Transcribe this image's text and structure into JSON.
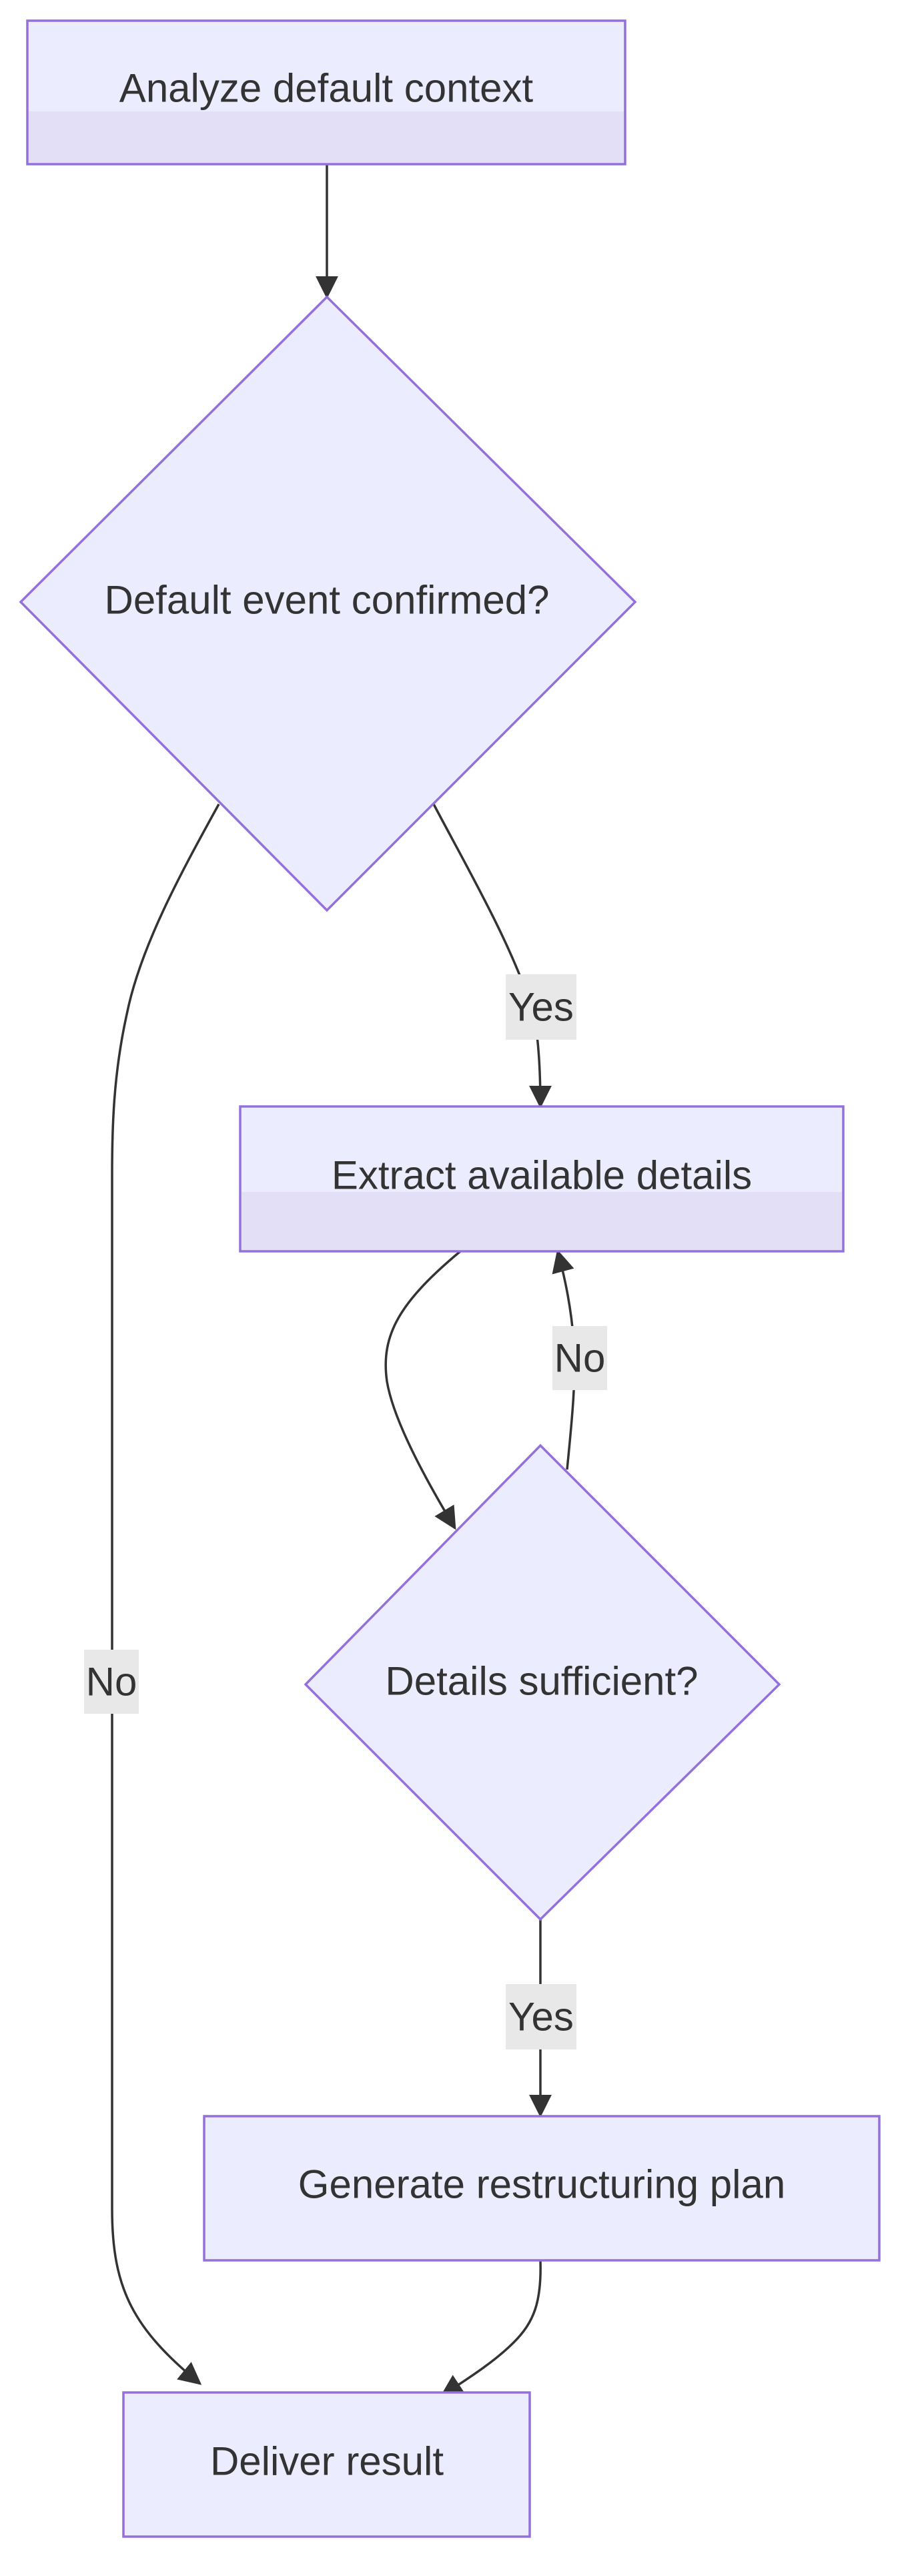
{
  "diagram": {
    "type": "flowchart",
    "nodes": {
      "analyze": {
        "label": "Analyze default context"
      },
      "confirmed": {
        "label": "Default event confirmed?"
      },
      "extract": {
        "label": "Extract available details"
      },
      "sufficient": {
        "label": "Details sufficient?"
      },
      "generate": {
        "label": "Generate restructuring plan"
      },
      "deliver": {
        "label": "Deliver result"
      }
    },
    "edges": {
      "confirmed_yes": {
        "label": "Yes"
      },
      "confirmed_no": {
        "label": "No"
      },
      "sufficient_no": {
        "label": "No"
      },
      "sufficient_yes": {
        "label": "Yes"
      }
    },
    "colors": {
      "node_fill": "#ECECFF",
      "node_band": "#E2DFF7",
      "node_stroke": "#9370DB",
      "edge": "#333333",
      "edge_label_bg": "#E8E8E8",
      "text": "#333333"
    }
  }
}
